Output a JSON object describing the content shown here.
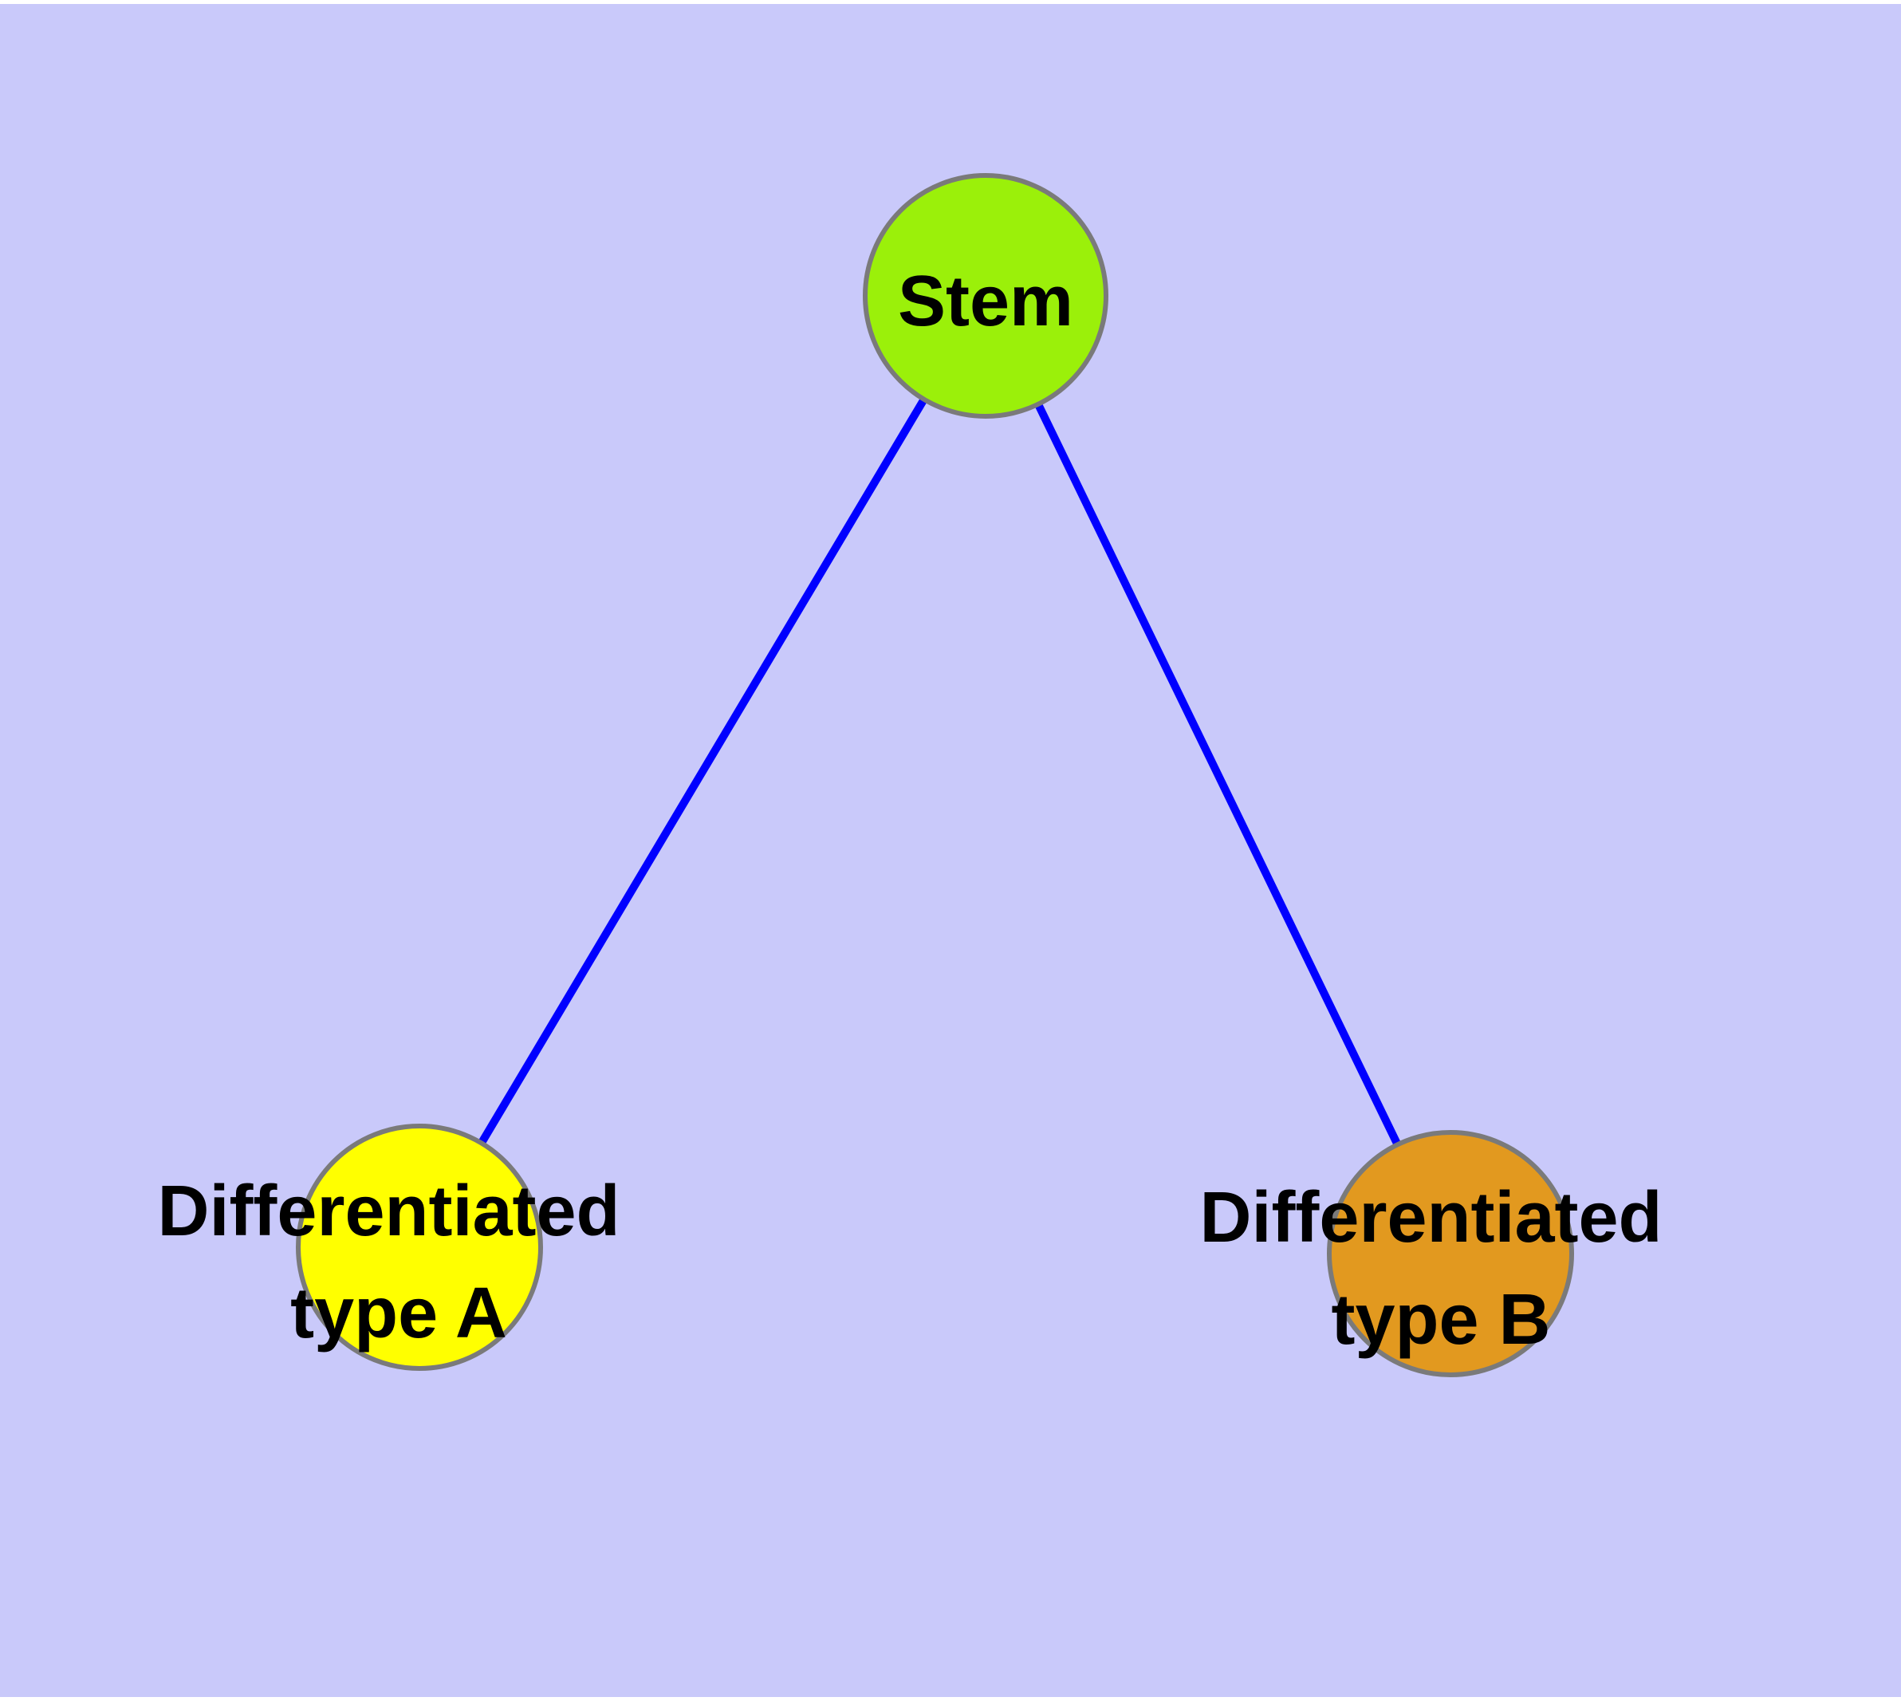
{
  "figure": {
    "page_background": "#ffffff",
    "plot_background": "#c9c9fa"
  },
  "styles": {
    "edge_color": "#0000ff",
    "node_border_color": "#7a7a7a",
    "label_color": "#000000"
  },
  "graph": {
    "nodes": [
      {
        "id": "stem",
        "label": "Stem",
        "fill": "#9bf00a"
      },
      {
        "id": "differentiated-type-a",
        "label_line1": "Differentiated",
        "label_line2": "type A",
        "fill": "#ffff00"
      },
      {
        "id": "differentiated-type-b",
        "label_line1": "Differentiated",
        "label_line2": "type B",
        "fill": "#e2991f"
      }
    ],
    "edges": [
      {
        "from": "stem",
        "to": "differentiated-type-a"
      },
      {
        "from": "stem",
        "to": "differentiated-type-b"
      }
    ]
  }
}
